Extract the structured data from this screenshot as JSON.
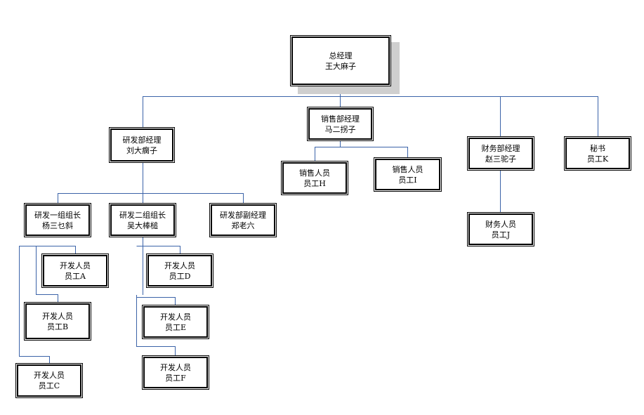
{
  "nodes": {
    "ceo": {
      "title": "总经理",
      "name": "王大麻子"
    },
    "rd_mgr": {
      "title": "研发部经理",
      "name": "刘大瘸子"
    },
    "sales_mgr": {
      "title": "销售部经理",
      "name": "马二拐子"
    },
    "fin_mgr": {
      "title": "财务部经理",
      "name": "赵三驼子"
    },
    "secretary": {
      "title": "秘书",
      "name": "员工K"
    },
    "sales_h": {
      "title": "销售人员",
      "name": "员工H"
    },
    "sales_i": {
      "title": "销售人员",
      "name": "员工I"
    },
    "fin_j": {
      "title": "财务人员",
      "name": "员工J"
    },
    "rd_g1": {
      "title": "研发一组组长",
      "name": "杨三乜斜"
    },
    "rd_g2": {
      "title": "研发二组组长",
      "name": "吴大棒槌"
    },
    "rd_vice": {
      "title": "研发部副经理",
      "name": "郑老六"
    },
    "dev_a": {
      "title": "开发人员",
      "name": "员工A"
    },
    "dev_b": {
      "title": "开发人员",
      "name": "员工B"
    },
    "dev_c": {
      "title": "开发人员",
      "name": "员工C"
    },
    "dev_d": {
      "title": "开发人员",
      "name": "员工D"
    },
    "dev_e": {
      "title": "开发人员",
      "name": "员工E"
    },
    "dev_f": {
      "title": "开发人员",
      "name": "员工F"
    }
  },
  "colors": {
    "connector": "#3b63a8",
    "border": "#000000",
    "shadow": "#cfcfcf"
  }
}
